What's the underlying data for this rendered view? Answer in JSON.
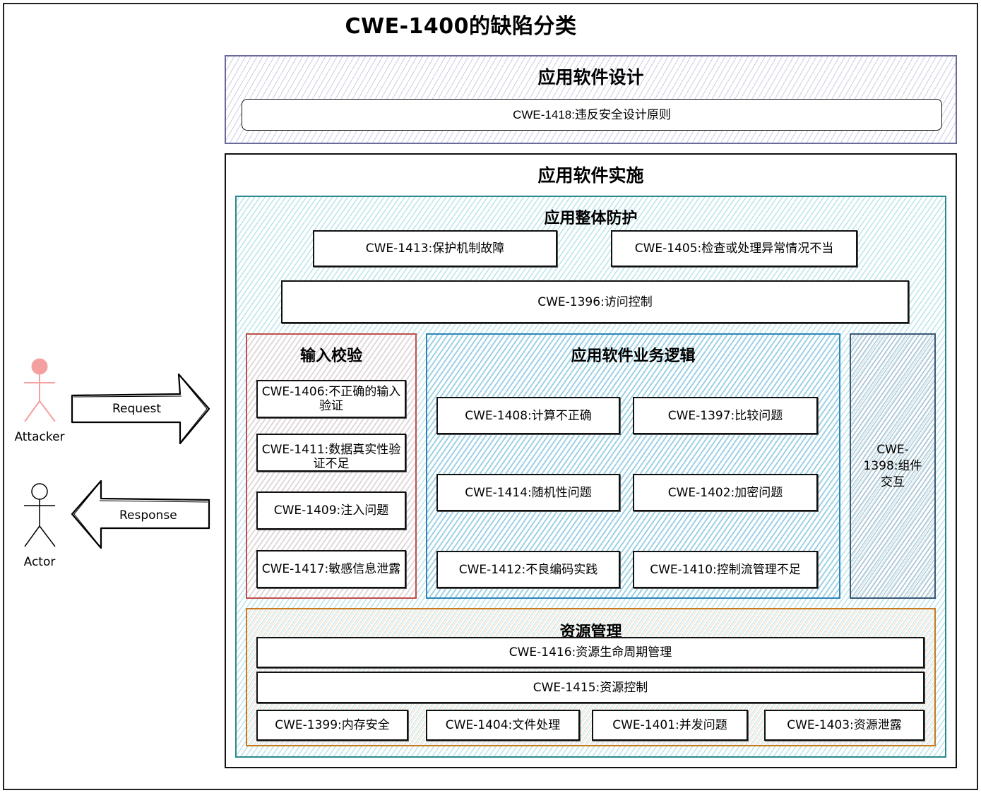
{
  "title": "CWE-1400的缺陷分类",
  "actors": {
    "attacker": {
      "label": "Attacker",
      "color": "#f4a0a0"
    },
    "actor": {
      "label": "Actor",
      "color": "#000000"
    }
  },
  "arrows": {
    "request": "Request",
    "response": "Response"
  },
  "design": {
    "title": "应用软件设计",
    "items": [
      "CWE-1418:违反安全设计原则"
    ],
    "color": "#6a6a9a"
  },
  "implementation": {
    "title": "应用软件实施",
    "overall_protection": {
      "title": "应用整体防护",
      "color": "#2a8a8f",
      "items": [
        "CWE-1413:保护机制故障",
        "CWE-1405:检查或处理异常情况不当",
        "CWE-1396:访问控制"
      ]
    },
    "input_validation": {
      "title": "输入校验",
      "color": "#c0504d",
      "items": [
        "CWE-1406:不正确的输入验证",
        "CWE-1411:数据真实性验证不足",
        "CWE-1409:注入问题",
        "CWE-1417:敏感信息泄露"
      ]
    },
    "business_logic": {
      "title": "应用软件业务逻辑",
      "color": "#2e86b8",
      "items": [
        "CWE-1408:计算不正确",
        "CWE-1397:比较问题",
        "CWE-1414:随机性问题",
        "CWE-1402:加密问题",
        "CWE-1412:不良编码实践",
        "CWE-1410:控制流管理不足"
      ]
    },
    "component_interaction": {
      "label": "CWE-1398:组件交互",
      "color": "#3a5a78"
    },
    "resource_management": {
      "title": "资源管理",
      "color": "#c77a20",
      "items": [
        "CWE-1416:资源生命周期管理",
        "CWE-1415:资源控制",
        "CWE-1399:内存安全",
        "CWE-1404:文件处理",
        "CWE-1401:并发问题",
        "CWE-1403:资源泄露"
      ]
    }
  }
}
